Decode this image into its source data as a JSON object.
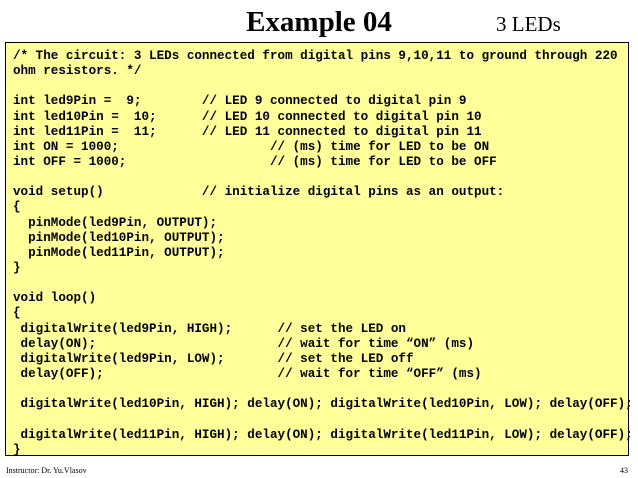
{
  "slide": {
    "title": "Example 04",
    "subtitle": "3 LEDs",
    "code_background": "#ffff99"
  },
  "code_lines": [
    "/* The circuit: 3 LEDs connected from digital pins 9,10,11 to ground through 220",
    "ohm resistors. */",
    "",
    "int led9Pin =  9;        // LED 9 connected to digital pin 9",
    "int led10Pin =  10;      // LED 10 connected to digital pin 10",
    "int led11Pin =  11;      // LED 11 connected to digital pin 11",
    "int ON = 1000;                    // (ms) time for LED to be ON",
    "int OFF = 1000;                   // (ms) time for LED to be OFF",
    "",
    "void setup()             // initialize digital pins as an output:",
    "{",
    "  pinMode(led9Pin, OUTPUT);",
    "  pinMode(led10Pin, OUTPUT);",
    "  pinMode(led11Pin, OUTPUT);",
    "}",
    "",
    "void loop()",
    "{",
    " digitalWrite(led9Pin, HIGH);      // set the LED on",
    " delay(ON);                        // wait for time “ON” (ms)",
    " digitalWrite(led9Pin, LOW);       // set the LED off",
    " delay(OFF);                       // wait for time “OFF” (ms)",
    "",
    " digitalWrite(led10Pin, HIGH); delay(ON); digitalWrite(led10Pin, LOW); delay(OFF);",
    "",
    " digitalWrite(led11Pin, HIGH); delay(ON); digitalWrite(led11Pin, LOW); delay(OFF);",
    "}"
  ],
  "footer": {
    "instructor": "Instructor: Dr. Yu.Vlasov",
    "page_number": "43"
  }
}
